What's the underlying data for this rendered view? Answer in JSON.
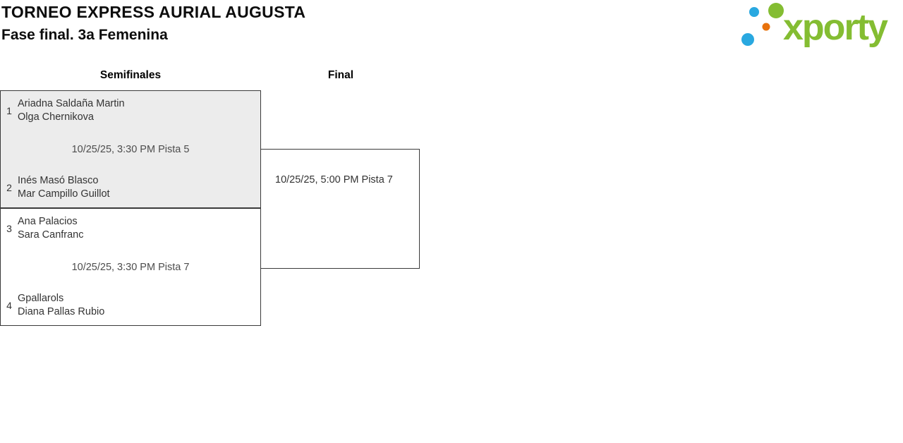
{
  "header": {
    "title": "TORNEO EXPRESS AURIAL AUGUSTA",
    "subtitle": "Fase final. 3a Femenina"
  },
  "logo": {
    "brand": "xporty"
  },
  "columns": {
    "semifinals_label": "Semifinales",
    "final_label": "Final"
  },
  "bracket": {
    "semifinals": [
      {
        "seed_top": "1",
        "team_top": [
          "Ariadna Saldaña Martin",
          "Olga Chernikova"
        ],
        "match_info": "10/25/25, 3:30 PM Pista 5",
        "seed_bottom": "2",
        "team_bottom": [
          "Inés Masó Blasco",
          "Mar Campillo Guillot"
        ]
      },
      {
        "seed_top": "3",
        "team_top": [
          "Ana Palacios",
          "Sara Canfranc"
        ],
        "match_info": "10/25/25, 3:30 PM Pista 7",
        "seed_bottom": "4",
        "team_bottom": [
          "Gpallarols",
          "Diana Pallas Rubio"
        ]
      }
    ],
    "final": {
      "match_info": "10/25/25, 5:00 PM Pista 7"
    }
  },
  "colors": {
    "brand_green": "#84bd32",
    "brand_blue": "#29a8e0",
    "brand_orange": "#e8720d",
    "highlight_bg": "#ececec",
    "box_border": "#3a3a3a"
  }
}
